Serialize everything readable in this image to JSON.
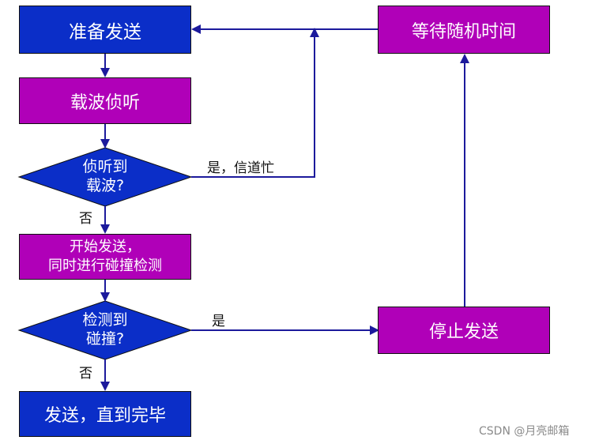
{
  "colors": {
    "blue": "#0b2ec8",
    "magenta": "#b000b8",
    "line": "#1c1a9c",
    "text_white": "#ffffff"
  },
  "nodes": {
    "prepare": "准备发送",
    "sense": "载波侦听",
    "sense_decision": "侦听到\n载波?",
    "start": "开始发送，\n同时进行碰撞检测",
    "collision_decision": "检测到\n碰撞?",
    "finish": "发送，直到完毕",
    "wait": "等待随机时间",
    "stop": "停止发送"
  },
  "labels": {
    "yes_busy": "是，信道忙",
    "no_1": "否",
    "yes": "是",
    "no_2": "否"
  },
  "watermark": "CSDN @月亮邮箱"
}
